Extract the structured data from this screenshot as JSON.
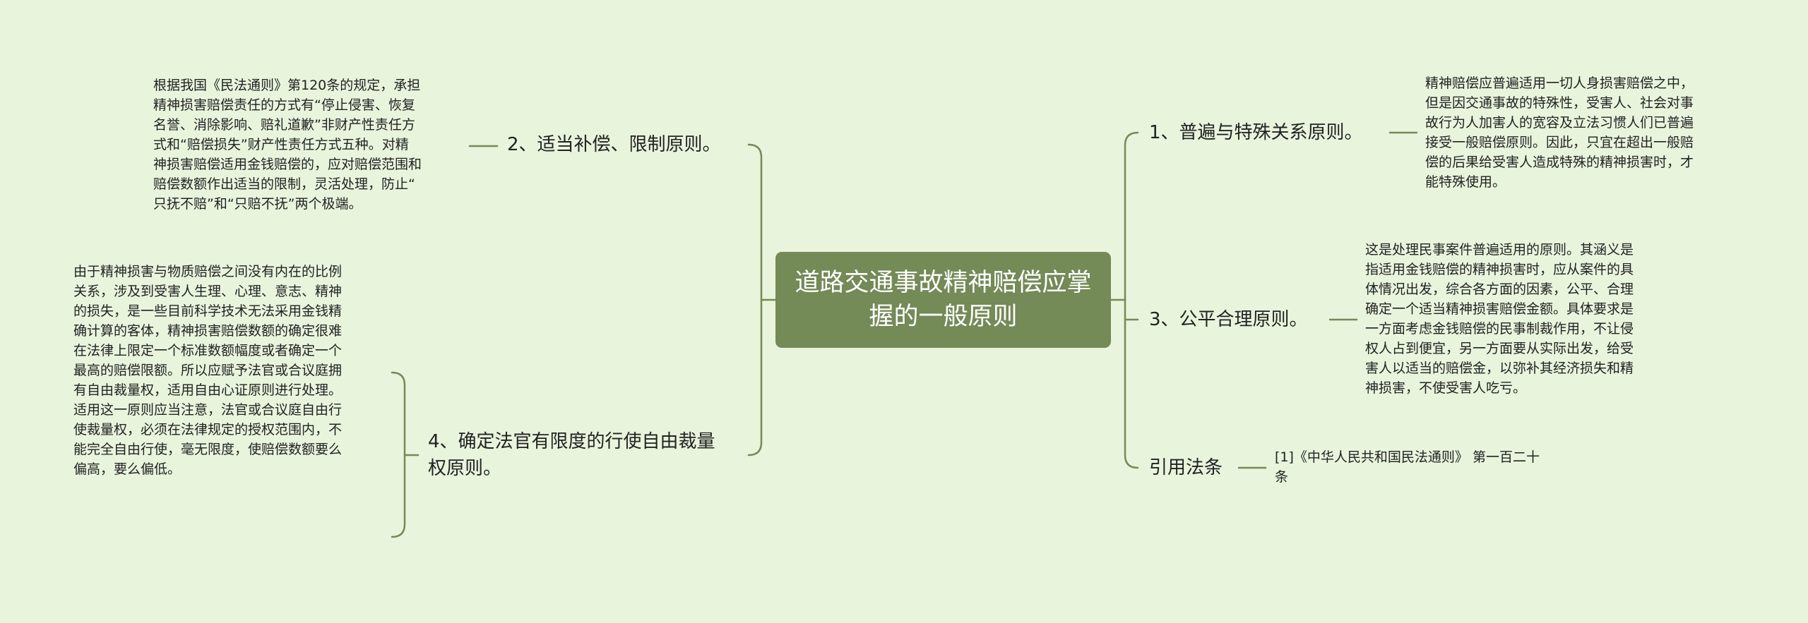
{
  "root": {
    "title": "道路交通事故精神赔偿应掌握的一般原则"
  },
  "branches": {
    "left_1": {
      "label": "2、适当补偿、限制原则。",
      "detail": "根据我国《民法通则》第120条的规定，承担\n精神损害赔偿责任的方式有“停止侵害、恢复\n名誉、消除影响、赔礼道歉”非财产性责任方\n式和“赔偿损失”财产性责任方式五种。对精\n神损害赔偿适用金钱赔偿的，应对赔偿范围和\n赔偿数额作出适当的限制，灵活处理，防止“\n只抚不赔”和“只赔不抚”两个极端。"
    },
    "left_2": {
      "label": "4、确定法官有限度的行使自由裁量权原则。",
      "detail": "由于精神损害与物质赔偿之间没有内在的比例\n关系，涉及到受害人生理、心理、意志、精神\n的损失，是一些目前科学技术无法采用金钱精\n确计算的客体，精神损害赔偿数额的确定很难\n在法律上限定一个标准数额幅度或者确定一个\n最高的赔偿限额。所以应赋予法官或合议庭拥\n有自由裁量权，适用自由心证原则进行处理。\n适用这一原则应当注意，法官或合议庭自由行\n使裁量权，必须在法律规定的授权范围内，不\n能完全自由行使，毫无限度，使赔偿数额要么\n偏高，要么偏低。"
    },
    "right_1": {
      "label": "1、普遍与特殊关系原则。",
      "detail": "精神赔偿应普遍适用一切人身损害赔偿之中，\n但是因交通事故的特殊性，受害人、社会对事\n故行为人加害人的宽容及立法习惯人们已普遍\n接受一般赔偿原则。因此，只宜在超出一般赔\n偿的后果给受害人造成特殊的精神损害时，才\n能特殊使用。"
    },
    "right_2": {
      "label": "3、公平合理原则。",
      "detail": "这是处理民事案件普遍适用的原则。其涵义是\n指适用金钱赔偿的精神损害时，应从案件的具\n体情况出发，综合各方面的因素，公平、合理\n确定一个适当精神损害赔偿金额。具体要求是\n一方面考虑金钱赔偿的民事制裁作用，不让侵\n权人占到便宜，另一方面要从实际出发，给受\n害人以适当的赔偿金，以弥补其经济损失和精\n神损害，不使受害人吃亏。"
    },
    "right_3": {
      "label": "引用法条",
      "detail": "[1]《中华人民共和国民法通则》 第一百二十\n条"
    }
  },
  "colors": {
    "background": "#e8f4dc",
    "root_fill": "#748a57",
    "root_text": "#ffffff",
    "connector": "#748a57"
  }
}
